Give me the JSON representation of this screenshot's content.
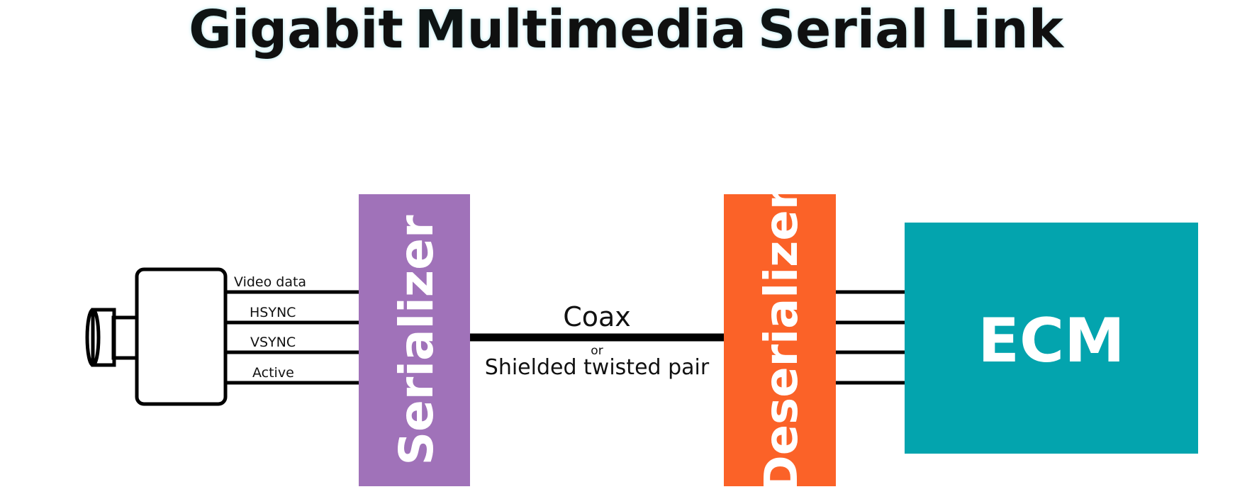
{
  "title_words": [
    {
      "first": "G",
      "rest": "igabit"
    },
    {
      "first": "M",
      "rest": "ultimedia"
    },
    {
      "first": "S",
      "rest": "erial"
    },
    {
      "first": "L",
      "rest": "ink"
    }
  ],
  "blocks": {
    "serializer": {
      "label": "Serializer",
      "color": "#a072b9"
    },
    "deserializer": {
      "label": "Deserializer",
      "color": "#fb6228"
    },
    "ecm": {
      "label": "ECM",
      "color": "#03a4ae"
    }
  },
  "camera_signals": [
    "Video data",
    "HSYNC",
    "VSYNC",
    "Active"
  ],
  "link": {
    "primary": "Coax",
    "or": "or",
    "secondary": "Shielded twisted pair"
  }
}
